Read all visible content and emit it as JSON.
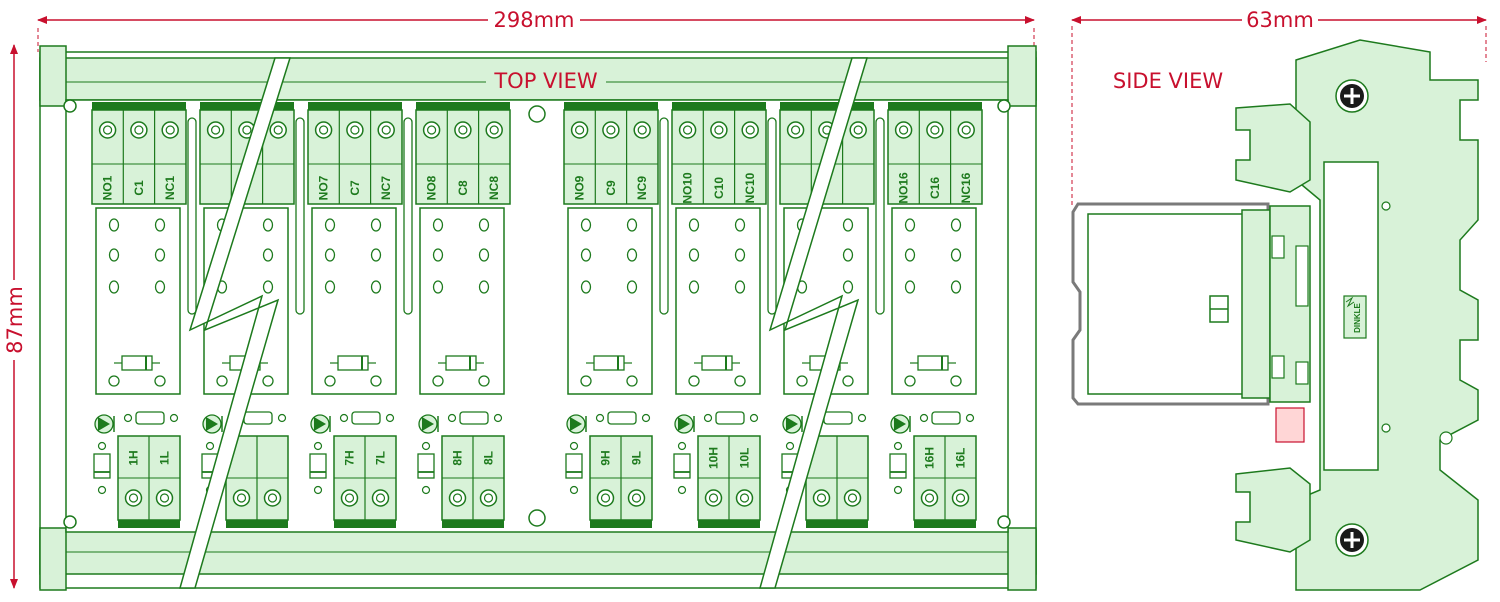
{
  "colors": {
    "green": "#1d7a1d",
    "fill": "#d8f2d8",
    "dimension": "#c8102e",
    "gray": "#7a7a7a"
  },
  "dimensions": {
    "width": "298mm",
    "height": "87mm",
    "depth": "63mm"
  },
  "views": {
    "top": "TOP VIEW",
    "side": "SIDE VIEW"
  },
  "brand": "DINKLE",
  "modules": [
    {
      "id": 1,
      "top": [
        "NO1",
        "C1",
        "NC1"
      ],
      "bottom": [
        "1H",
        "1L"
      ]
    },
    {
      "id": 2,
      "top": [
        "",
        "",
        ""
      ],
      "bottom": [
        "",
        ""
      ]
    },
    {
      "id": 7,
      "top": [
        "NO7",
        "C7",
        "NC7"
      ],
      "bottom": [
        "7H",
        "7L"
      ]
    },
    {
      "id": 8,
      "top": [
        "NO8",
        "C8",
        "NC8"
      ],
      "bottom": [
        "8H",
        "8L"
      ]
    },
    {
      "id": 9,
      "top": [
        "NO9",
        "C9",
        "NC9"
      ],
      "bottom": [
        "9H",
        "9L"
      ]
    },
    {
      "id": 10,
      "top": [
        "NO10",
        "C10",
        "NC10"
      ],
      "bottom": [
        "10H",
        "10L"
      ]
    },
    {
      "id": 11,
      "top": [
        "",
        "",
        ""
      ],
      "bottom": [
        "",
        ""
      ]
    },
    {
      "id": 16,
      "top": [
        "NO16",
        "C16",
        "NC16"
      ],
      "bottom": [
        "16H",
        "16L"
      ]
    }
  ]
}
